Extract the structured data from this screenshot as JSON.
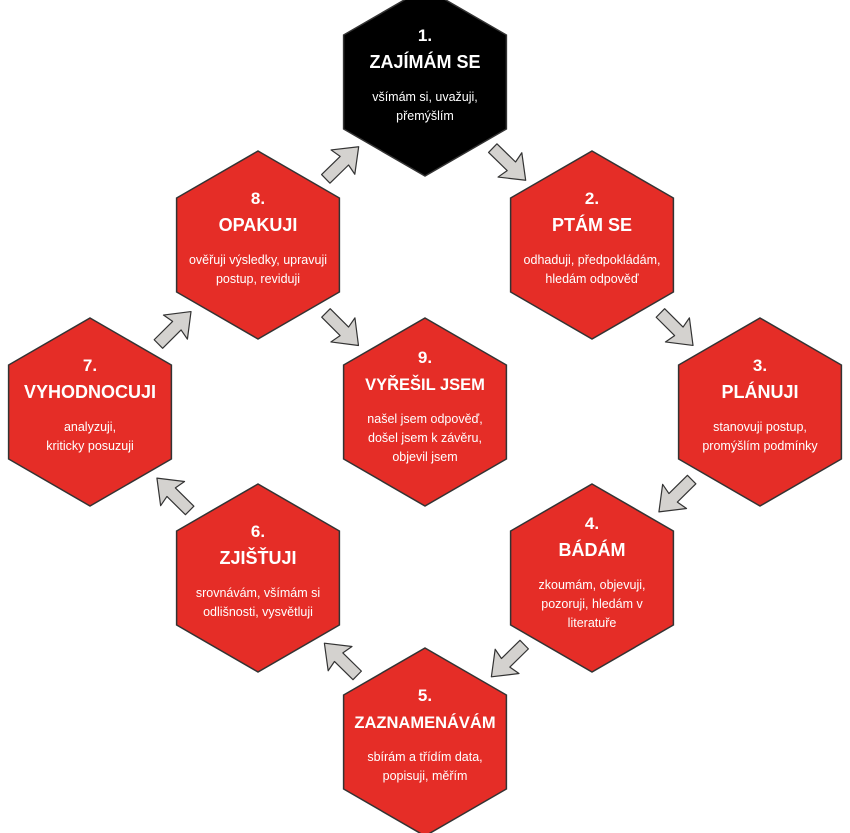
{
  "colors": {
    "hex_fill_default": "#e52d27",
    "hex_fill_first": "#000000",
    "hex_stroke": "#333333",
    "text": "#ffffff",
    "arrow_fill": "#d4d2cf",
    "arrow_stroke": "#333333"
  },
  "steps": [
    {
      "id": "1",
      "number": "1.",
      "title": "ZAJÍMÁM SE",
      "desc": [
        "všímám si, uvažuji,",
        "přemýšlím"
      ],
      "fill": "#000000"
    },
    {
      "id": "2",
      "number": "2.",
      "title": "PTÁM SE",
      "desc": [
        "odhaduji, předpokládám,",
        "hledám odpověď"
      ],
      "fill": "#e52d27"
    },
    {
      "id": "3",
      "number": "3.",
      "title": "PLÁNUJI",
      "desc": [
        "stanovuji postup,",
        "promýšlím podmínky"
      ],
      "fill": "#e52d27"
    },
    {
      "id": "4",
      "number": "4.",
      "title": "BÁDÁM",
      "desc": [
        "zkoumám, objevuji,",
        "pozoruji, hledám v",
        "literatuře"
      ],
      "fill": "#e52d27"
    },
    {
      "id": "5",
      "number": "5.",
      "title": "ZAZNAMENÁVÁM",
      "desc": [
        "sbírám a třídím data,",
        "popisuji, měřím"
      ],
      "fill": "#e52d27"
    },
    {
      "id": "6",
      "number": "6.",
      "title": "ZJIŠŤUJI",
      "desc": [
        "srovnávám, všímám si",
        "odlišnosti, vysvětluji"
      ],
      "fill": "#e52d27"
    },
    {
      "id": "7",
      "number": "7.",
      "title": "VYHODNOCUJI",
      "desc": [
        "analyzuji,",
        "kriticky posuzuji"
      ],
      "fill": "#e52d27"
    },
    {
      "id": "8",
      "number": "8.",
      "title": "OPAKUJI",
      "desc": [
        "ověřuji výsledky, upravuji",
        "postup, reviduji"
      ],
      "fill": "#e52d27"
    },
    {
      "id": "9",
      "number": "9.",
      "title": "VYŘEŠIL JSEM",
      "desc": [
        "našel jsem odpověď,",
        "došel jsem k závěru,",
        "objevil jsem"
      ],
      "fill": "#e52d27"
    }
  ],
  "arrows": [
    {
      "from": "1",
      "to": "2"
    },
    {
      "from": "2",
      "to": "3"
    },
    {
      "from": "3",
      "to": "4"
    },
    {
      "from": "4",
      "to": "5"
    },
    {
      "from": "5",
      "to": "6"
    },
    {
      "from": "6",
      "to": "7"
    },
    {
      "from": "7",
      "to": "8"
    },
    {
      "from": "8",
      "to": "1"
    },
    {
      "from": "8",
      "to": "9"
    }
  ]
}
